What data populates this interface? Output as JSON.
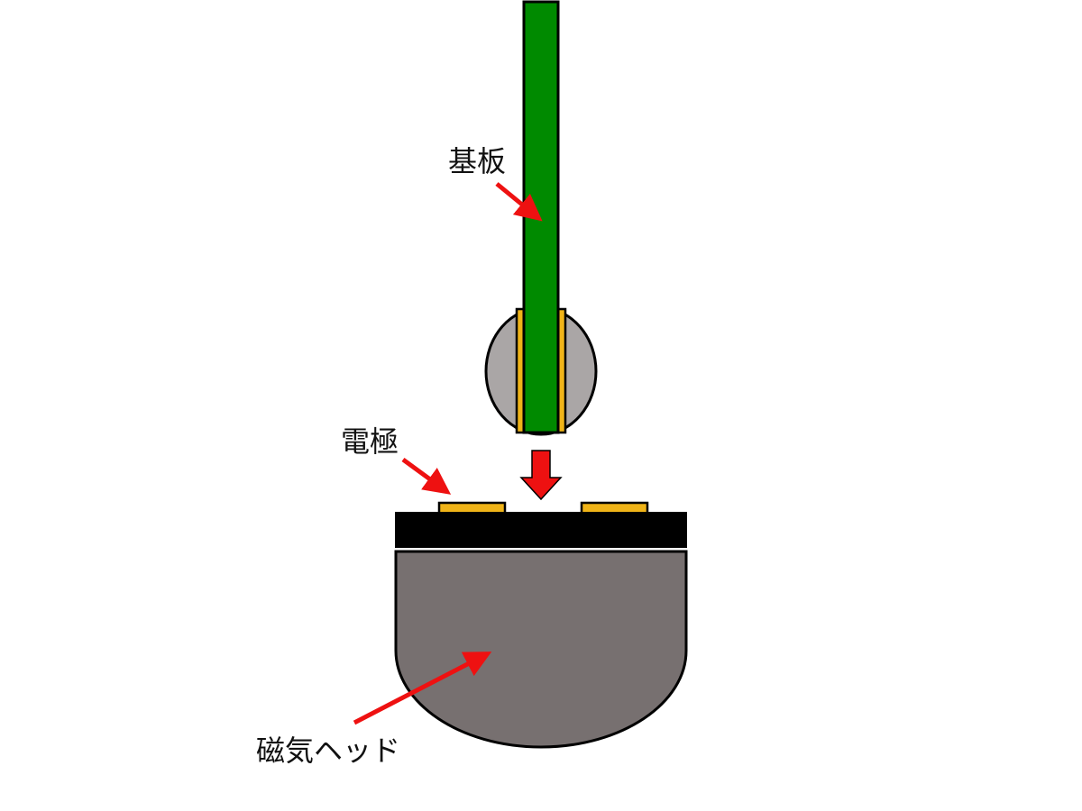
{
  "labels": {
    "substrate": "基板",
    "electrode": "電極",
    "magnetic_head": "磁気ヘッド"
  },
  "colors": {
    "background": "#ffffff",
    "substrate": "#008a00",
    "electrode_pad": "#f0b418",
    "solder_ball": "#aaa6a6",
    "head_body": "#777070",
    "head_cap": "#000000",
    "arrow": "#ee1111",
    "outline": "#000000"
  }
}
